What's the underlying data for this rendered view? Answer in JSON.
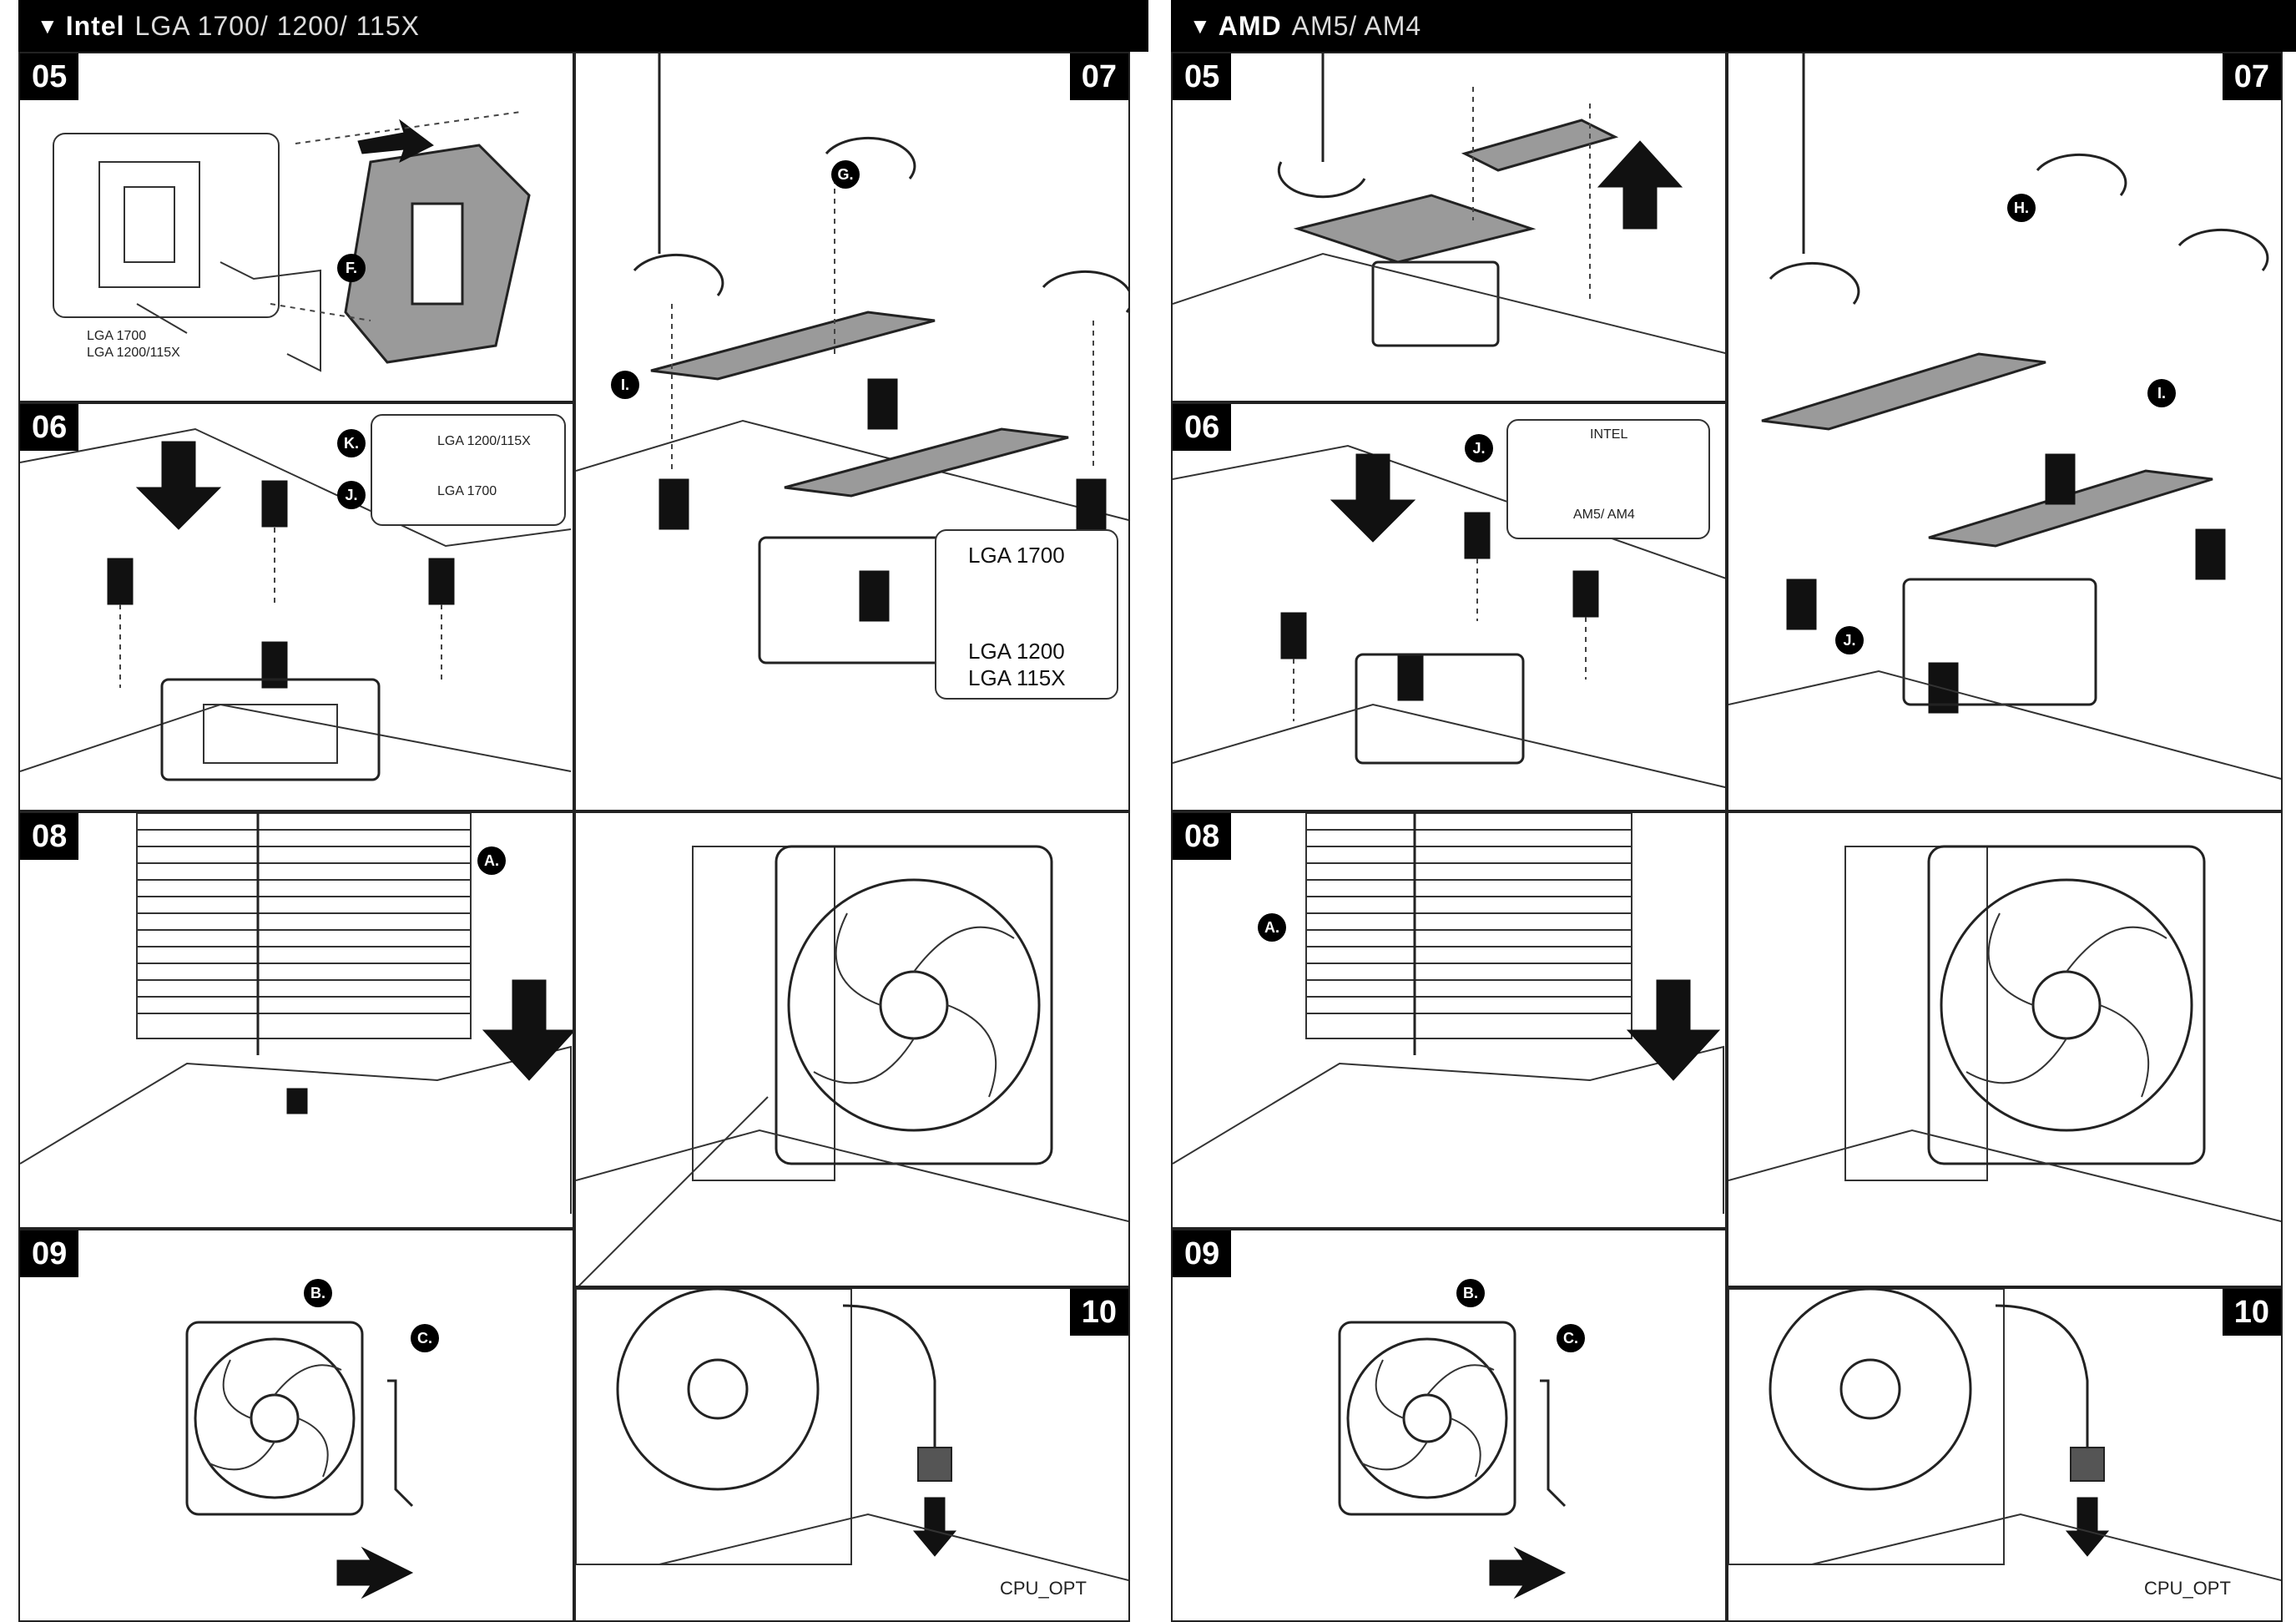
{
  "sections": [
    {
      "brand": "Intel",
      "sockets": "LGA 1700/ 1200/ 115X",
      "steps": {
        "s05": "05",
        "s06": "06",
        "s07": "07",
        "s08": "08",
        "s09": "09",
        "s10": "10"
      },
      "badges": {
        "F": "F.",
        "K": "K.",
        "J": "J.",
        "G": "G.",
        "I": "I.",
        "A": "A.",
        "B": "B.",
        "C": "C."
      },
      "labels": {
        "lga1700_small": "LGA 1700",
        "lga1200_small": "LGA 1200/115X",
        "spacer_lga1200": "LGA 1200/115X",
        "spacer_lga1700": "LGA 1700",
        "callout_lga1700": "LGA 1700",
        "callout_lga1200": "LGA 1200",
        "callout_lga115x": "LGA 115X",
        "cpu_opt": "CPU_OPT"
      }
    },
    {
      "brand": "AMD",
      "sockets": "AM5/ AM4",
      "steps": {
        "s05": "05",
        "s06": "06",
        "s07": "07",
        "s08": "08",
        "s09": "09",
        "s10": "10"
      },
      "badges": {
        "J": "J.",
        "H": "H.",
        "I": "I.",
        "J2": "J.",
        "A": "A.",
        "B": "B.",
        "C": "C."
      },
      "labels": {
        "intel": "INTEL",
        "am5am4": "AM5/ AM4",
        "cpu_opt": "CPU_OPT"
      }
    }
  ]
}
